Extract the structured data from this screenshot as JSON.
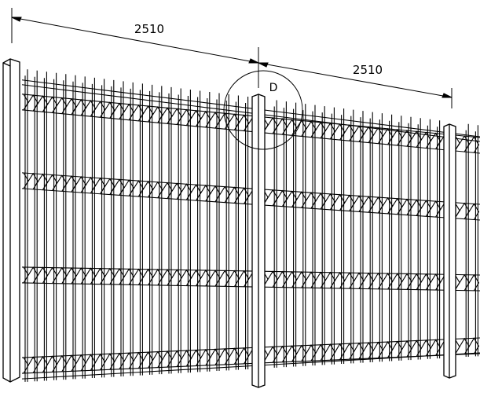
{
  "dimensions": {
    "left_span": "2510",
    "right_span": "2510"
  },
  "detail_callout": "D",
  "colors": {
    "line": "#000000",
    "background": "#ffffff"
  }
}
